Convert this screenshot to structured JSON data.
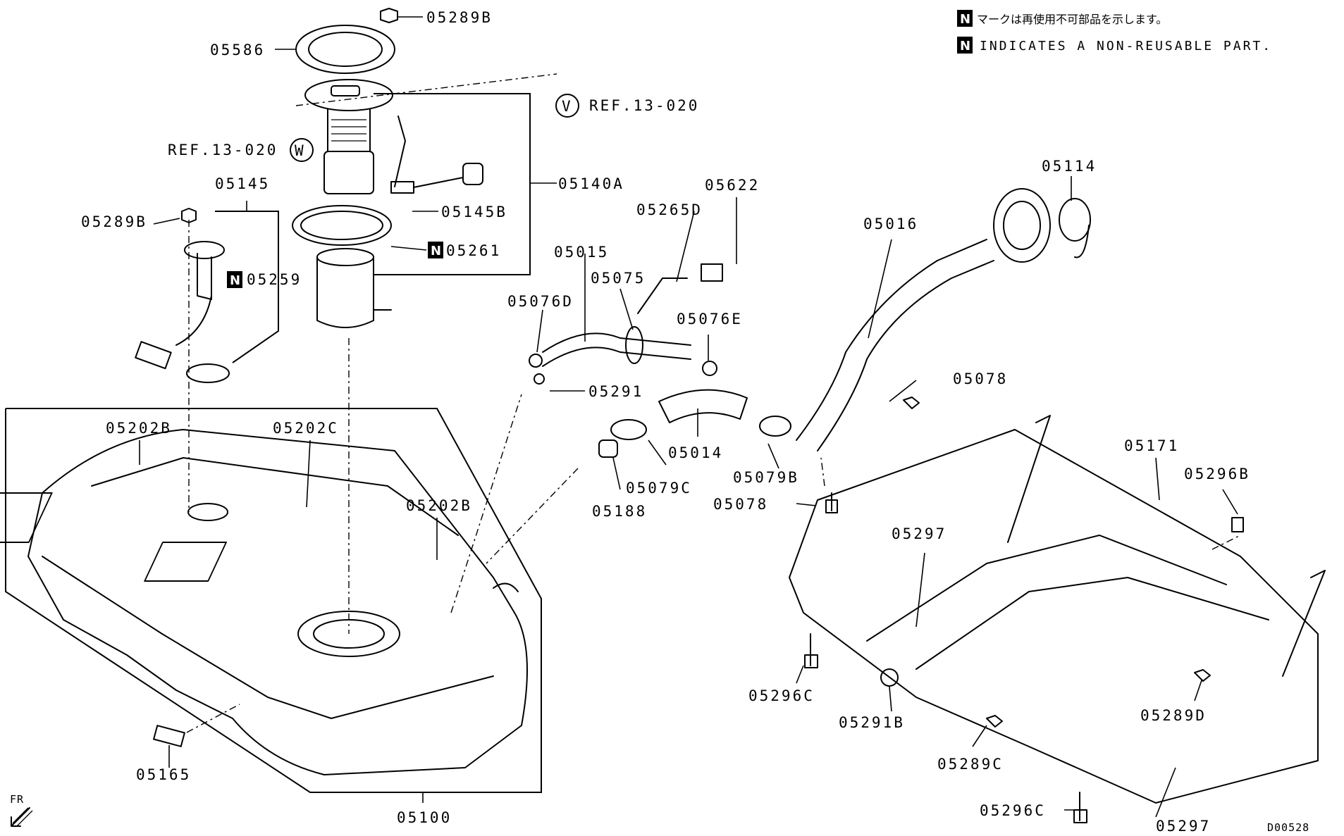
{
  "notes": {
    "jp": "マークは再使用不可部品を示します。",
    "en": "INDICATES A NON-REUSABLE PART.",
    "badge": "N"
  },
  "diagram_id": "D00528",
  "orientation": "FR",
  "refs": [
    {
      "circle": "V",
      "text": "REF.13-020"
    },
    {
      "circle": "W",
      "text": "REF.13-020"
    }
  ],
  "labels": {
    "p05289B_top": "05289B",
    "p05586": "05586",
    "p05140A": "05140A",
    "p05145B": "05145B",
    "p05261": "05261",
    "p05145": "05145",
    "p05289B_left": "05289B",
    "p05259": "05259",
    "p05015": "05015",
    "p05265D": "05265D",
    "p05622": "05622",
    "p05075": "05075",
    "p05076D": "05076D",
    "p05076E": "05076E",
    "p05291": "05291",
    "p05014": "05014",
    "p05079C": "05079C",
    "p05079B": "05079B",
    "p05188": "05188",
    "p05078_a": "05078",
    "p05078_b": "05078",
    "p05016": "05016",
    "p05114": "05114",
    "p05171": "05171",
    "p05296B": "05296B",
    "p05297_a": "05297",
    "p05297_b": "05297",
    "p05202B_a": "05202B",
    "p05202C": "05202C",
    "p05202B_b": "05202B",
    "p05296C_a": "05296C",
    "p05296C_b": "05296C",
    "p05291B": "05291B",
    "p05289D": "05289D",
    "p05289C": "05289C",
    "p05165": "05165",
    "p05100": "05100"
  }
}
